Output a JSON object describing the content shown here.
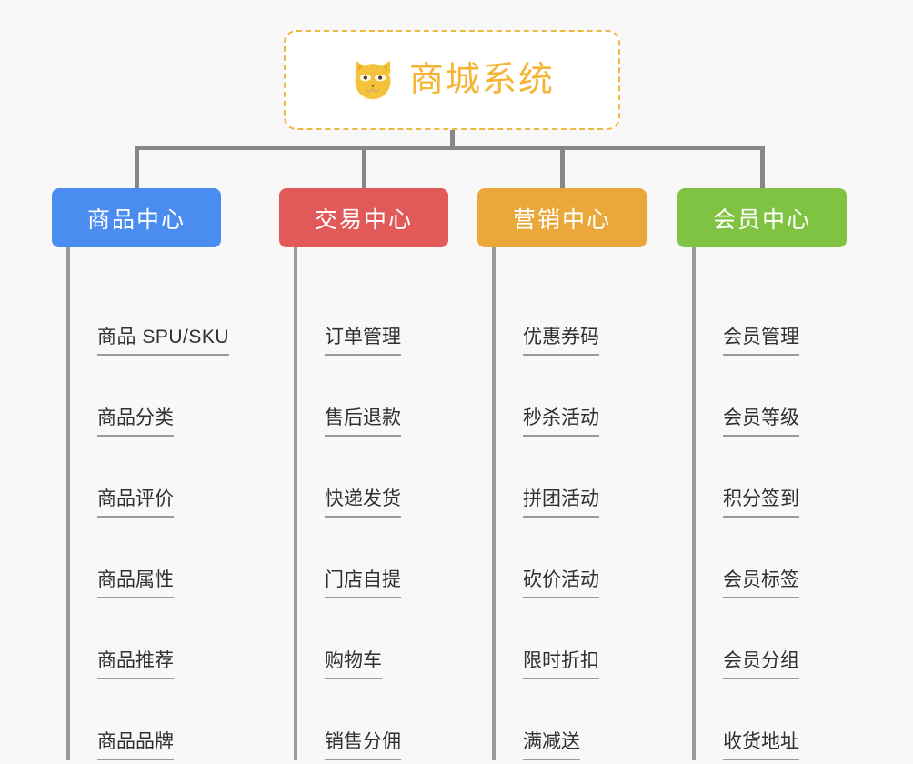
{
  "diagram": {
    "type": "mindmap-org-chart",
    "background_color": "#f8f8f8",
    "connector_color": "#878787",
    "root": {
      "title": "商城系统",
      "icon": "shiba-dog-icon",
      "text_color": "#f5b434",
      "border_color": "#f0b840",
      "border_style": "dashed",
      "background_color": "#ffffff"
    },
    "branches": [
      {
        "id": "product-center",
        "label": "商品中心",
        "color": "#4a8cf0",
        "items": [
          "商品 SPU/SKU",
          "商品分类",
          "商品评价",
          "商品属性",
          "商品推荐",
          "商品品牌"
        ]
      },
      {
        "id": "trade-center",
        "label": "交易中心",
        "color": "#e15a59",
        "items": [
          "订单管理",
          "售后退款",
          "快递发货",
          "门店自提",
          "购物车",
          "销售分佣"
        ]
      },
      {
        "id": "marketing-center",
        "label": "营销中心",
        "color": "#eaa83a",
        "items": [
          "优惠券码",
          "秒杀活动",
          "拼团活动",
          "砍价活动",
          "限时折扣",
          "满减送"
        ]
      },
      {
        "id": "member-center",
        "label": "会员中心",
        "color": "#80c342",
        "items": [
          "会员管理",
          "会员等级",
          "积分签到",
          "会员标签",
          "会员分组",
          "收货地址"
        ]
      }
    ]
  }
}
